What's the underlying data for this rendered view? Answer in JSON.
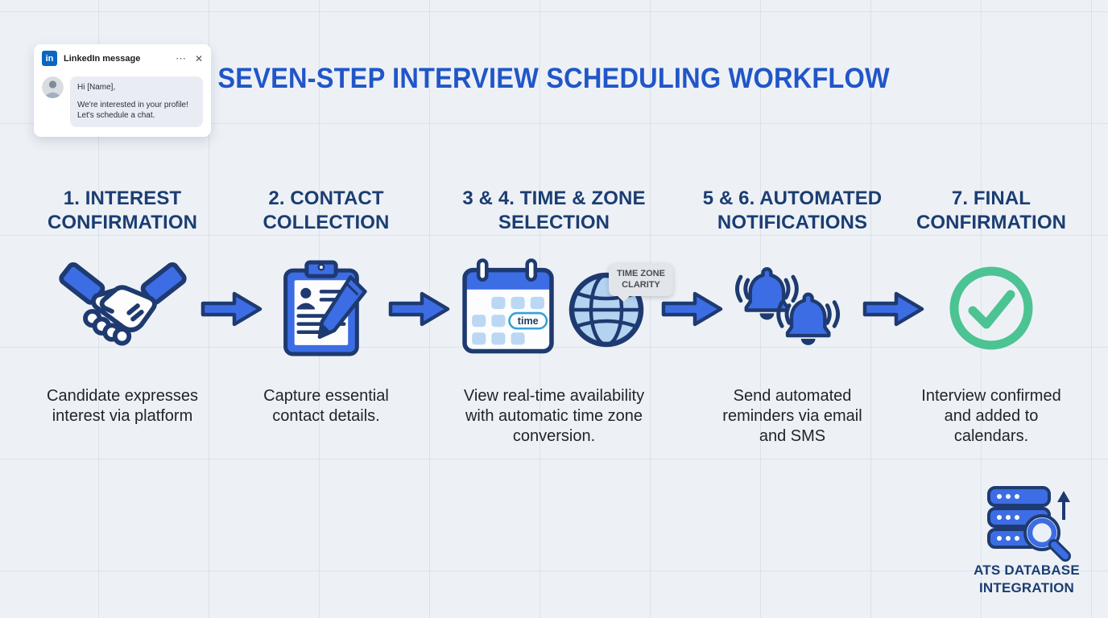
{
  "title": "SEVEN-STEP INTERVIEW SCHEDULING WORKFLOW",
  "linkedin_card": {
    "logo_text": "in",
    "header_title": "LinkedIn message",
    "menu_icon": "⋯",
    "close_icon": "✕",
    "greeting": "Hi [Name],",
    "message": "We're interested in your profile! Let's schedule a chat."
  },
  "steps": [
    {
      "heading": "1. INTEREST CONFIRMATION",
      "description": "Candidate expresses interest via platform"
    },
    {
      "heading": "2. CONTACT COLLECTION",
      "description": "Capture essential contact details."
    },
    {
      "heading": "3 & 4. TIME & ZONE SELECTION",
      "description": "View real-time availability with automatic time zone conversion.",
      "tooltip": "TIME ZONE CLARITY",
      "calendar_time_label": "time"
    },
    {
      "heading": "5 & 6. AUTOMATED NOTIFICATIONS",
      "description": "Send automated reminders via email and SMS"
    },
    {
      "heading": "7. FINAL CONFIRMATION",
      "description": "Interview confirmed and added to calendars."
    }
  ],
  "ats": {
    "label": "ATS DATABASE INTEGRATION"
  },
  "colors": {
    "title_blue": "#2156c8",
    "heading_navy": "#1b3d72",
    "icon_blue": "#3d6de4",
    "icon_outline": "#1e3a70",
    "cell_light_blue": "#bcd7f3",
    "globe_fill": "#b3d3f0",
    "check_green": "#4cc392",
    "linkedin_blue": "#0a66c2",
    "tooltip_bg": "#e2e5e9"
  }
}
